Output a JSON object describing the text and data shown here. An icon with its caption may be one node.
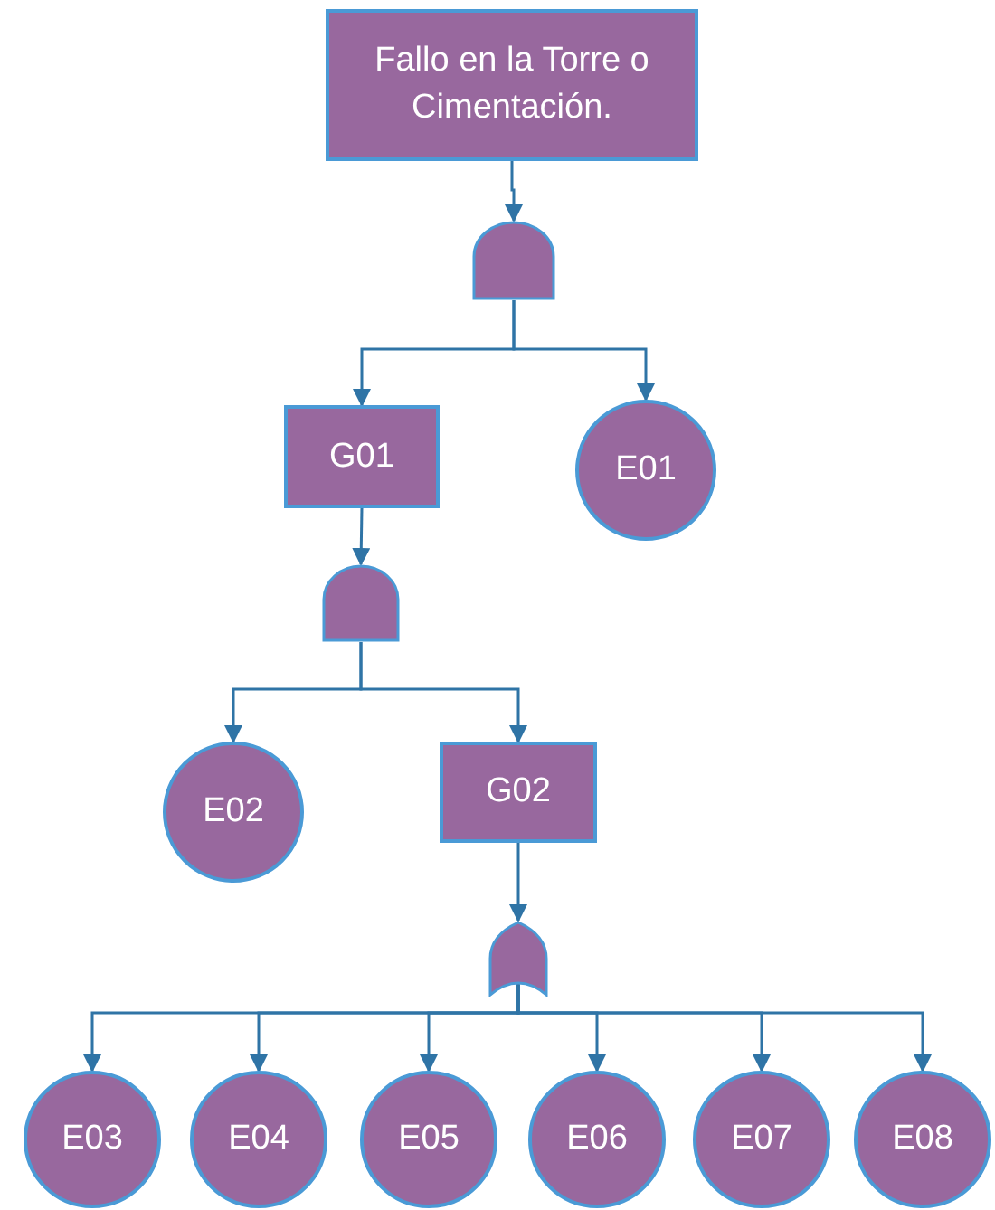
{
  "diagram": {
    "nodes": [
      {
        "text": [
          "Fallo en la Torre o Cimentación."
        ]
      },
      {
        "text": [],
        "shape": "and-gate"
      },
      {
        "text": [
          "G01"
        ]
      },
      {
        "text": [
          "E01"
        ]
      },
      {
        "text": [],
        "shape": "and-gate"
      },
      {
        "text": [
          "E02"
        ]
      },
      {
        "text": [
          "G02"
        ]
      },
      {
        "text": [],
        "shape": "or-gate"
      },
      {
        "text": [
          "E03"
        ]
      },
      {
        "text": [
          "E04"
        ]
      },
      {
        "text": [
          "E05"
        ]
      },
      {
        "text": [
          "E06"
        ]
      },
      {
        "text": [
          "E07"
        ]
      },
      {
        "text": [
          "E08"
        ]
      }
    ],
    "edges": [
      {
        "from": 0,
        "to": 1,
        "arrow": "to"
      },
      {
        "from": 1,
        "to": 2,
        "arrow": "to"
      },
      {
        "from": 1,
        "to": 3,
        "arrow": "to"
      },
      {
        "from": 2,
        "to": 4,
        "arrow": "to"
      },
      {
        "from": 4,
        "to": 5,
        "arrow": "to"
      },
      {
        "from": 4,
        "to": 6,
        "arrow": "to"
      },
      {
        "from": 6,
        "to": 7,
        "arrow": "to"
      },
      {
        "from": 7,
        "to": 8,
        "arrow": "to"
      },
      {
        "from": 7,
        "to": 9,
        "arrow": "to"
      },
      {
        "from": 7,
        "to": 10,
        "arrow": "to"
      },
      {
        "from": 7,
        "to": 11,
        "arrow": "to"
      },
      {
        "from": 7,
        "to": 12,
        "arrow": "to"
      },
      {
        "from": 7,
        "to": 13,
        "arrow": "to"
      }
    ]
  }
}
